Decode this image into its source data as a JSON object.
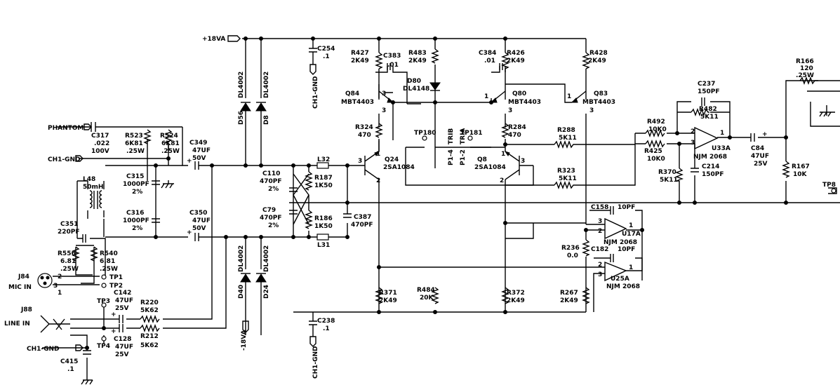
{
  "rails": {
    "pos": "+18VA",
    "neg": "-18VA",
    "gnd": "CH1-GND"
  },
  "inputs": {
    "phantom": "PHANTOM",
    "gnd": "CH1-GND",
    "gnd2": "CH1-GND",
    "mic_ref": "J84",
    "mic_label": "MIC IN",
    "line_ref": "J88",
    "line_label": "LINE IN",
    "pin1": "1",
    "pin2": "2",
    "pin3": "3"
  },
  "tp": {
    "tp1": "TP1",
    "tp2": "TP2",
    "tp3": "TP3",
    "tp4": "TP4",
    "tp180": "TP180",
    "tp181": "TP181",
    "tp8": "TP8"
  },
  "nets": {
    "p14": "P1-4",
    "p12": "P1-2",
    "trib": "TRIB",
    "tria": "TRIA"
  },
  "parts": {
    "c317": [
      "C317",
      ".022",
      "100V"
    ],
    "r523": [
      "R523",
      "6K81",
      ".25W"
    ],
    "r524": [
      "R524",
      "6K81",
      ".25W"
    ],
    "c349": [
      "C349",
      "47UF",
      "50V"
    ],
    "c350": [
      "C350",
      "47UF",
      "50V"
    ],
    "l48": [
      "L48",
      "50mH"
    ],
    "c315": [
      "C315",
      "1000PF",
      "2%"
    ],
    "c316": [
      "C316",
      "1000PF",
      "2%"
    ],
    "c351": [
      "C351",
      "220PF"
    ],
    "r556": [
      "R556",
      "6.81",
      ".25W"
    ],
    "r540": [
      "R540",
      "6.81",
      ".25W"
    ],
    "c142": [
      "C142",
      "47UF",
      "25V"
    ],
    "c128": [
      "C128",
      "47UF",
      "25V"
    ],
    "r220": [
      "R220",
      "5K62"
    ],
    "r212": [
      "R212",
      "5K62"
    ],
    "c415": [
      "C415",
      ".1"
    ],
    "d56": "D56",
    "d8": "D8",
    "d40": "D40",
    "d24": "D24",
    "dl4002": "DL4002",
    "c254": [
      "C254",
      ".1"
    ],
    "c238": [
      "C238",
      ".1"
    ],
    "c110": [
      "C110",
      "470PF",
      "2%"
    ],
    "c79": [
      "C79",
      "470PF",
      "2%"
    ],
    "l32": "L32",
    "l31": "L31",
    "r187": [
      "R187",
      "1K50"
    ],
    "r186": [
      "R186",
      "1K50"
    ],
    "c387": [
      "C387",
      "470PF"
    ],
    "r427": [
      "R427",
      "2K49"
    ],
    "c383": [
      "C383",
      ".01"
    ],
    "r483": [
      "R483",
      "2K49"
    ],
    "d80": [
      "D80",
      "DL4148"
    ],
    "c384": [
      "C384",
      ".01"
    ],
    "r426": [
      "R426",
      "2K49"
    ],
    "r428": [
      "R428",
      "2K49"
    ],
    "q84": [
      "Q84",
      "MBT4403"
    ],
    "q80": [
      "Q80",
      "MBT4403"
    ],
    "q83": [
      "Q83",
      "MBT4403"
    ],
    "r324": [
      "R324",
      "470"
    ],
    "r284": [
      "R284",
      "470"
    ],
    "q24": [
      "Q24",
      "2SA1084"
    ],
    "q8": [
      "Q8",
      "2SA1084"
    ],
    "r288": [
      "R288",
      "5K11"
    ],
    "r323": [
      "R323",
      "5K11"
    ],
    "r371": [
      "R371",
      "2K49"
    ],
    "r484": [
      "R484",
      "20K"
    ],
    "r372": [
      "R372",
      "2K49"
    ],
    "r267": [
      "R267",
      "2K49"
    ],
    "r236": [
      "R236",
      "0.0"
    ],
    "c158": [
      "C158",
      "10PF"
    ],
    "c182": [
      "C182",
      "10PF"
    ],
    "u17a": [
      "U17A",
      "NJM 2068"
    ],
    "u25a": [
      "U25A",
      "NJM 2068"
    ],
    "c237": [
      "C237",
      "150PF"
    ],
    "r482": [
      "R482",
      "5K11"
    ],
    "r492": [
      "R492",
      "10K0"
    ],
    "r425": [
      "R425",
      "10K0"
    ],
    "u33a": [
      "U33A",
      "NJM 2068"
    ],
    "r370": [
      "R370",
      "5K11"
    ],
    "c214": [
      "C214",
      "150PF"
    ],
    "c84": [
      "C84",
      "47UF",
      "25V"
    ],
    "r166": [
      "R166",
      "120",
      ".25W"
    ],
    "r167": [
      "R167",
      "10K"
    ]
  }
}
